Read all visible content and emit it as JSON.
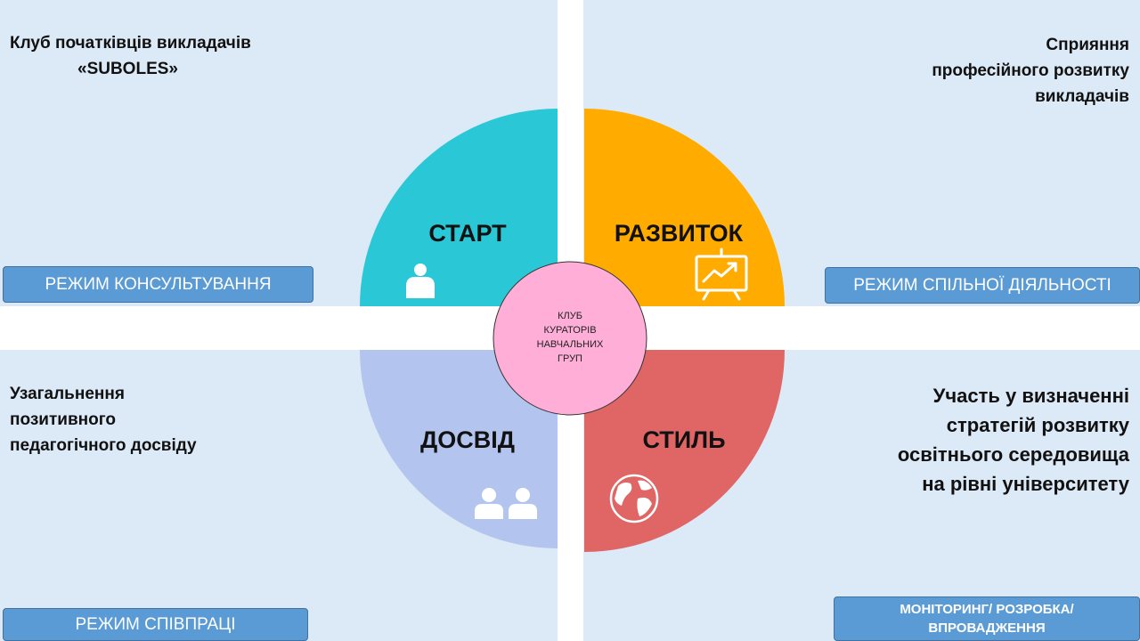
{
  "corners": {
    "top_left": [
      "Клуб початківців  викладачів",
      "«SUBOLES»"
    ],
    "top_right": [
      "Сприяння",
      "професійного розвитку",
      "викладачів"
    ],
    "bottom_left": [
      "Узагальнення",
      "позитивного",
      "педагогічного досвіду"
    ],
    "bottom_right": [
      "Участь у визначенні",
      "стратегій розвитку",
      "освітнього середовища",
      "на рівні університету"
    ]
  },
  "modes": {
    "consult": "РЕЖИМ КОНСУЛЬТУВАННЯ",
    "joint": "РЕЖИМ СПІЛЬНОЇ ДІЯЛЬНОСТІ",
    "coop": "РЕЖИМ СПІВПРАЦІ",
    "monitor_line1": "МОНІТОРИНГ/ РОЗРОБКА/",
    "monitor_line2": "ВПРОВАДЖЕННЯ"
  },
  "segments": {
    "start": {
      "label": "СТАРТ",
      "color": "#2ac8d7",
      "icon": "person-icon"
    },
    "rozvytok": {
      "label": "РАЗВИТОК",
      "color": "#ffab00",
      "icon": "presentation-chart-icon"
    },
    "dosvid": {
      "label": "ДОСВІД",
      "color": "#b3c5ee",
      "icon": "two-people-icon"
    },
    "styl": {
      "label": "СТИЛЬ",
      "color": "#e06666",
      "icon": "globe-icon"
    }
  },
  "hub": {
    "lines": [
      "КЛУБ",
      "КУРАТОРІВ",
      "НАВЧАЛЬНИХ",
      "ГРУП"
    ],
    "color": "#ffaed8"
  }
}
